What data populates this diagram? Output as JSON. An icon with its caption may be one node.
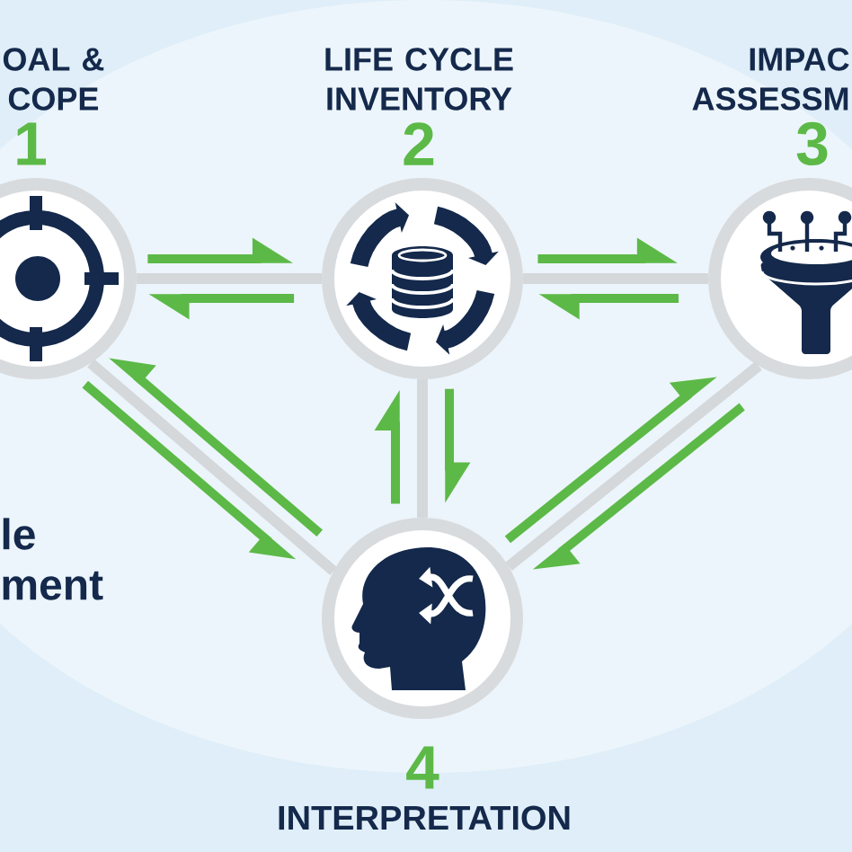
{
  "diagram": {
    "title": "le ment",
    "nodes": [
      {
        "text": [
          "OAL & COPE",
          "1"
        ]
      },
      {
        "text": [
          "LIFE CYCLE INVENTORY",
          "2"
        ]
      },
      {
        "text": [
          "IMPAC ASSESSM",
          "3"
        ]
      },
      {
        "text": [
          "4",
          "INTERPRETATION"
        ]
      }
    ],
    "edges": [
      {
        "from": 0,
        "to": 1,
        "arrow": "none",
        "color": "#d5d8db"
      },
      {
        "from": 0,
        "to": 1,
        "arrow": "to"
      },
      {
        "from": 1,
        "to": 0,
        "arrow": "to"
      },
      {
        "from": 1,
        "to": 2,
        "arrow": "none",
        "color": "#d5d8db"
      },
      {
        "from": 1,
        "to": 2,
        "arrow": "to"
      },
      {
        "from": 2,
        "to": 1,
        "arrow": "to"
      },
      {
        "from": 1,
        "to": 3,
        "arrow": "none",
        "color": "#d5d8db"
      },
      {
        "from": 3,
        "to": 1,
        "arrow": "to"
      },
      {
        "from": 1,
        "to": 3,
        "arrow": "to"
      },
      {
        "from": 0,
        "to": 3,
        "arrow": "none",
        "color": "#d5d8db"
      },
      {
        "from": 0,
        "to": 3,
        "arrow": "to"
      },
      {
        "from": 3,
        "to": 0,
        "arrow": "to"
      },
      {
        "from": 2,
        "to": 3,
        "arrow": "none",
        "color": "#d5d8db"
      },
      {
        "from": 3,
        "to": 2,
        "arrow": "to"
      },
      {
        "from": 2,
        "to": 3,
        "arrow": "to"
      }
    ]
  }
}
